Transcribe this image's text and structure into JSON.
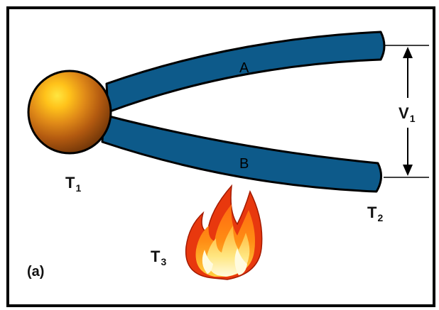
{
  "wires": {
    "a_label": "A",
    "b_label": "B"
  },
  "junction_hot": {
    "label": "T",
    "sub": "1"
  },
  "junction_cold": {
    "label": "T",
    "sub": "2"
  },
  "flame": {
    "label": "T",
    "sub": "3"
  },
  "voltage": {
    "label": "V",
    "sub": "1"
  },
  "panel_caption": "(a)",
  "colors": {
    "wire": "#0d5a8a",
    "wire_outline": "#000000",
    "ball_dark": "#7a3a08",
    "ball_light": "#ffd21a",
    "flame_outer": "#e83010",
    "flame_mid": "#ff8a14",
    "flame_core": "#fff6b0",
    "border": "#000000"
  }
}
